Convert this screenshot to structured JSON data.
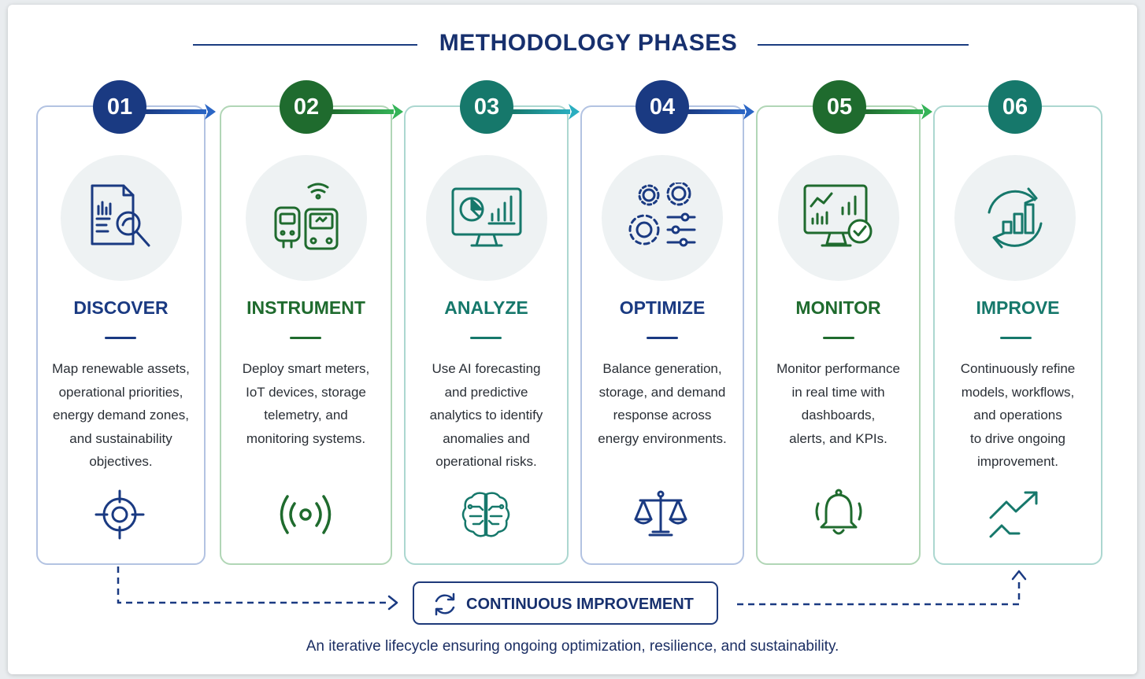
{
  "title": "METHODOLOGY PHASES",
  "phases": [
    {
      "number": "01",
      "name": "DISCOVER",
      "icon": "document-search-icon",
      "bottom_icon": "target-icon",
      "color": "#1a3a82",
      "lines": [
        "Map renewable assets,",
        "operational priorities,",
        "energy demand zones,",
        "and sustainability",
        "objectives."
      ]
    },
    {
      "number": "02",
      "name": "INSTRUMENT",
      "icon": "smart-meter-icon",
      "bottom_icon": "signal-broadcast-icon",
      "color": "#1f6b2e",
      "lines": [
        "Deploy smart meters,",
        "IoT devices, storage",
        "telemetry, and",
        "monitoring systems."
      ]
    },
    {
      "number": "03",
      "name": "ANALYZE",
      "icon": "analytics-monitor-icon",
      "bottom_icon": "brain-circuit-icon",
      "color": "#16786b",
      "lines": [
        "Use AI forecasting",
        "and predictive",
        "analytics to identify",
        "anomalies and",
        "operational risks."
      ]
    },
    {
      "number": "04",
      "name": "OPTIMIZE",
      "icon": "gears-sliders-icon",
      "bottom_icon": "balance-scale-icon",
      "color": "#1a3a82",
      "lines": [
        "Balance generation,",
        "storage, and demand",
        "response across",
        "energy environments."
      ]
    },
    {
      "number": "05",
      "name": "MONITOR",
      "icon": "dashboard-check-icon",
      "bottom_icon": "alert-bell-icon",
      "color": "#1f6b2e",
      "lines": [
        "Monitor performance",
        "in real time with",
        "dashboards,",
        "alerts, and KPIs."
      ]
    },
    {
      "number": "06",
      "name": "IMPROVE",
      "icon": "cycle-chart-icon",
      "bottom_icon": "trend-up-icon",
      "color": "#16786b",
      "lines": [
        "Continuously refine",
        "models, workflows,",
        "and operations",
        "to drive ongoing",
        "improvement."
      ]
    }
  ],
  "cycle": {
    "label": "CONTINUOUS IMPROVEMENT",
    "icon": "refresh-cycle-icon"
  },
  "subtitle": "An iterative lifecycle ensuring ongoing optimization, resilience, and sustainability."
}
